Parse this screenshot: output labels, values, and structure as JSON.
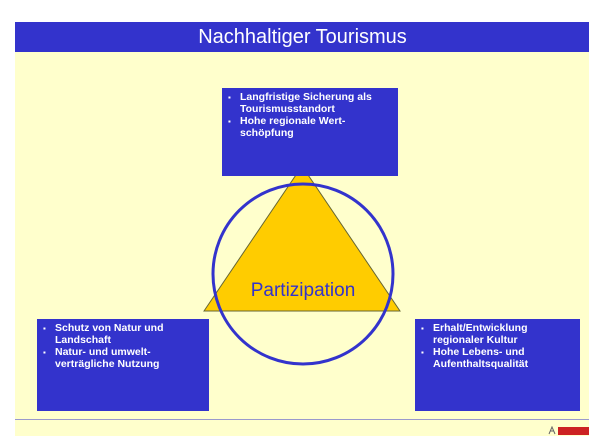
{
  "slide": {
    "title": "Nachhaltiger Tourismus",
    "background_color": "#ffffcc",
    "title_bar_color": "#3333cc"
  },
  "diagram": {
    "center_label": "Partizipation",
    "triangle_color": "#ffcc00",
    "circle_color": "#3333cc",
    "boxes": {
      "top": {
        "bullets": [
          "Langfristige Sicherung als Tourismusstandort",
          "Hohe regionale Wert-schöpfung"
        ]
      },
      "left": {
        "bullets": [
          "Schutz von Natur und Landschaft",
          "Natur- und umwelt-verträgliche Nutzung"
        ]
      },
      "right": {
        "bullets": [
          "Erhalt/Entwicklung regionaler Kultur",
          "Hohe Lebens- und Aufenthaltsqualität"
        ]
      }
    },
    "bullet_symbol": "▪"
  },
  "footer": {
    "logo_icon": "institution-logo-icon",
    "logo_color": "#cc2222"
  }
}
